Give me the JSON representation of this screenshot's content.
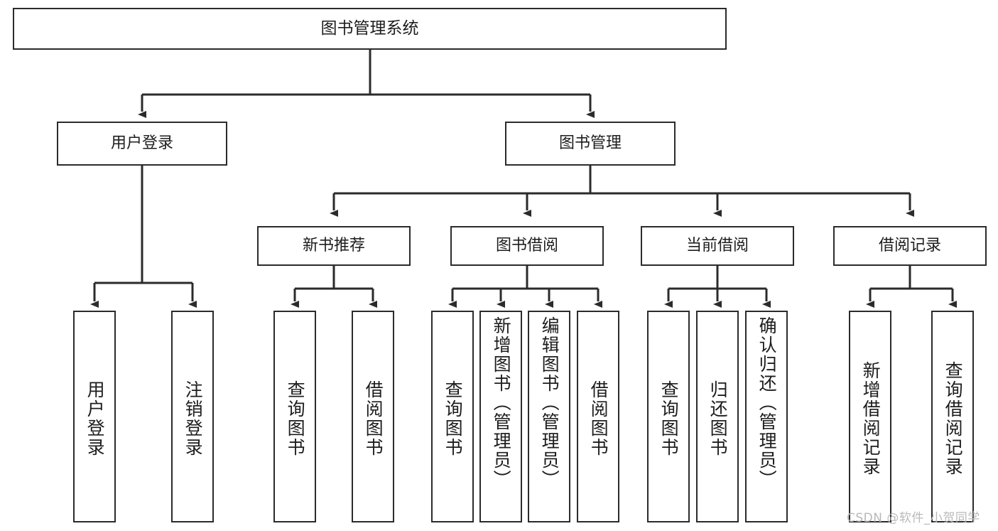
{
  "diagram": {
    "title": "图书管理系统",
    "watermark": "CSDN @软件_小贺同学",
    "colors": {
      "border": "#2b2b2b",
      "text": "#1d1d1d",
      "background": "#ffffff",
      "connector": "#2b2b2b",
      "watermark": "#b9b9b9"
    },
    "root": {
      "label": "图书管理系统"
    },
    "level1": [
      {
        "label": "用户登录"
      },
      {
        "label": "图书管理"
      }
    ],
    "level2": [
      {
        "label": "新书推荐"
      },
      {
        "label": "图书借阅"
      },
      {
        "label": "当前借阅"
      },
      {
        "label": "借阅记录"
      }
    ],
    "leaves": {
      "user_login": [
        {
          "label": "用户登录"
        },
        {
          "label": "注销登录"
        }
      ],
      "new_book_recommend": [
        {
          "label": "查询图书"
        },
        {
          "label": "借阅图书"
        }
      ],
      "book_borrow": [
        {
          "label": "查询图书"
        },
        {
          "label": "新增图书（管理员）"
        },
        {
          "label": "编辑图书（管理员）"
        },
        {
          "label": "借阅图书"
        }
      ],
      "current_borrow": [
        {
          "label": "查询图书"
        },
        {
          "label": "归还图书"
        },
        {
          "label": "确认归还（管理员）"
        }
      ],
      "borrow_record": [
        {
          "label": "新增借阅记录"
        },
        {
          "label": "查询借阅记录"
        }
      ]
    }
  }
}
